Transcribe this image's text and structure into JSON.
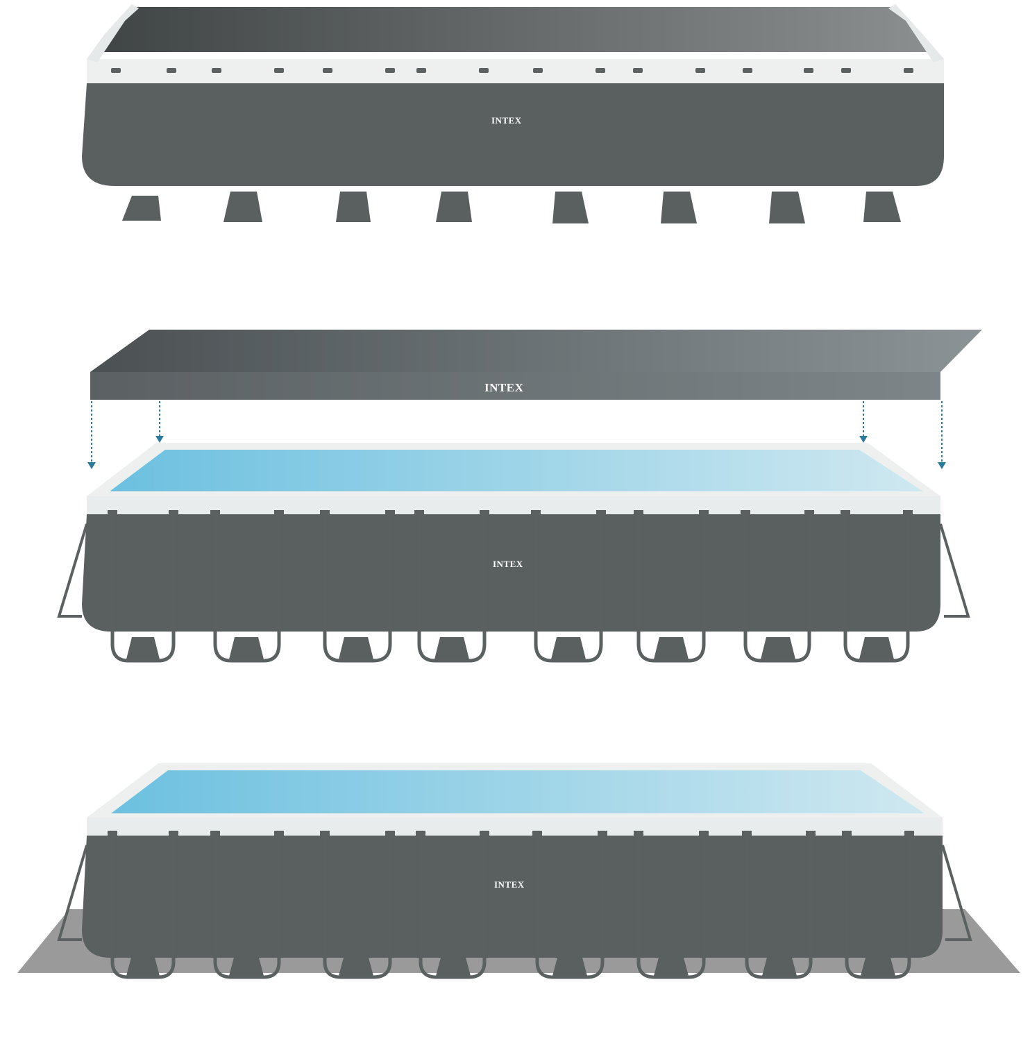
{
  "panels": [
    {
      "id": "covered-pool",
      "logo_text": "INTEX"
    },
    {
      "id": "cover-installation",
      "cover_logo_text": "INTEX",
      "pool_logo_text": "INTEX"
    },
    {
      "id": "pool-with-ground-cloth",
      "logo_text": "INTEX"
    }
  ],
  "colors": {
    "pool_wall": "#5a5f60",
    "cover_top": "#6f7476",
    "top_rail": "#f1f3f3",
    "water": "#8fcde6",
    "frame": "#5b6061",
    "ground_cloth": "#9a9a9a",
    "arrow": "#2b7a99"
  }
}
